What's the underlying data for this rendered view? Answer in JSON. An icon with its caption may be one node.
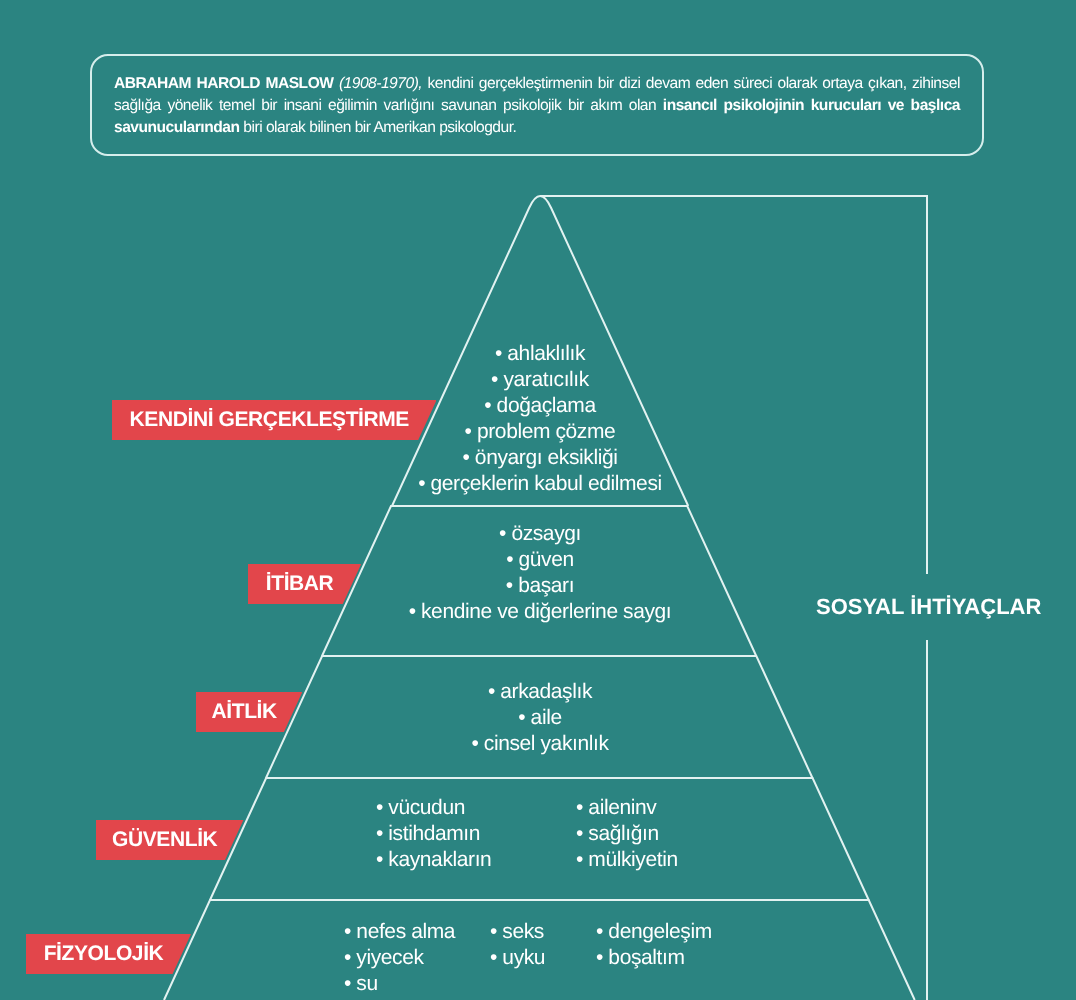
{
  "diagram": {
    "nodes": [
      {
        "text": [
          "**ABRAHAM HAROLD MASLOW** *(1908-1970),* kendini gerçekleştirmenin bir dizi devam eden süreci olarak ortaya çıkan, zihinsel sağlığa yönelik temel bir insani eğilimin varlığını savunan psikolojik bir akım olan **insancıl psikolojinin kurucuları ve başlıca savunucularından** biri olarak bilinen bir Amerikan psikologdur."
        ]
      },
      {
        "text": [
          "KENDİNİ GERÇEKLEŞTİRME"
        ]
      },
      {
        "text": [
          "• ahlaklılık",
          "• yaratıcılık",
          "• doğaçlama",
          "• problem çözme",
          "• önyargı eksikliği",
          "• gerçeklerin kabul edilmesi"
        ]
      },
      {
        "text": [
          "İTİBAR"
        ]
      },
      {
        "text": [
          "• özsaygı",
          "• güven",
          "• başarı",
          "• kendine ve diğerlerine saygı"
        ]
      },
      {
        "text": [
          "AİTLİK"
        ]
      },
      {
        "text": [
          "• arkadaşlık",
          "• aile",
          "• cinsel yakınlık"
        ]
      },
      {
        "text": [
          "GÜVENLİK"
        ]
      },
      {
        "text": [
          "• vücudun",
          "• istihdamın",
          "• kaynakların",
          "• aileninv",
          "• sağlığın",
          "• mülkiyetin"
        ]
      },
      {
        "text": [
          "FİZYOLOJİK"
        ]
      },
      {
        "text": [
          "• nefes alma",
          "• yiyecek",
          "• su",
          "• seks",
          "• uyku",
          "• dengeleşim",
          "• boşaltım"
        ]
      }
    ],
    "labels": [
      "SOSYAL İHTİYAÇLAR"
    ]
  }
}
